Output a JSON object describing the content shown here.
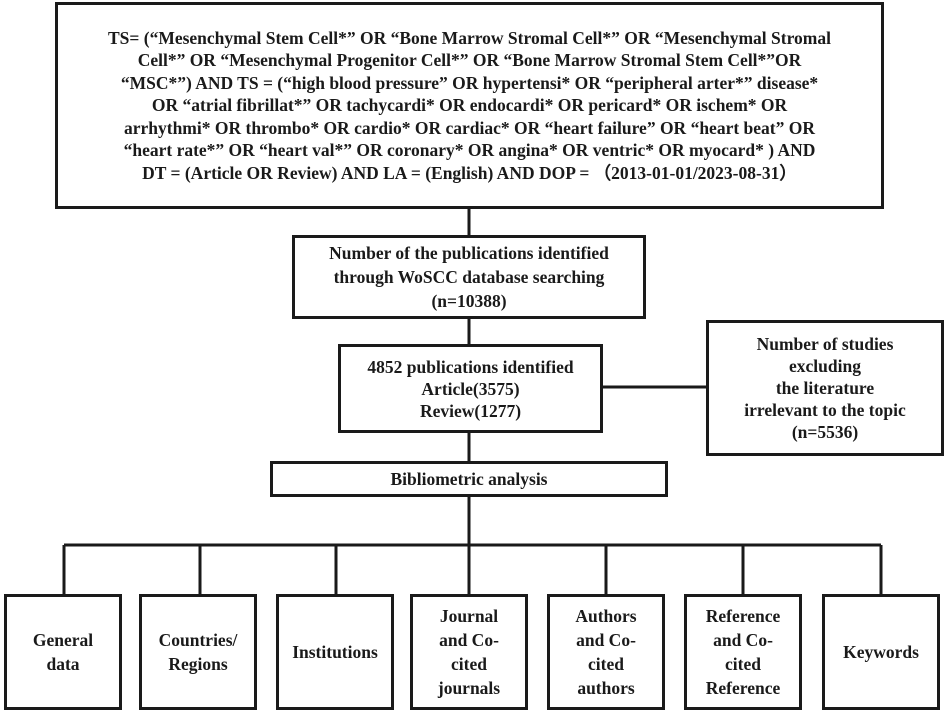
{
  "search_query": {
    "lines": [
      "TS= (“Mesenchymal Stem Cell*” OR “Bone Marrow Stromal Cell*” OR “Mesenchymal Stromal",
      "Cell*” OR “Mesenchymal Progenitor Cell*” OR “Bone Marrow Stromal Stem Cell*”OR",
      "“MSC*”)   AND TS = (“high blood pressure” OR hypertensi* OR “peripheral arter*” disease*",
      "OR “atrial fibrillat*” OR tachycardi* OR endocardi* OR pericard* OR ischem* OR",
      "arrhythmi* OR thrombo* OR cardio* OR cardiac* OR “heart failure” OR “heart beat” OR",
      "“heart rate*” OR “heart val*” OR coronary* OR angina* OR ventric* OR myocard* ) AND",
      "DT = (Article OR Review) AND LA = (English) AND DOP =  （2013-01-01/2023-08-31）"
    ]
  },
  "identified": {
    "lines": [
      "Number of the publications  identified",
      "through WoSCC database searching",
      "(n=10388)"
    ]
  },
  "included": {
    "lines": [
      "4852 publications identified",
      "Article(3575)",
      "Review(1277)"
    ]
  },
  "excluded": {
    "lines": [
      "Number of studies",
      "excluding",
      "the literature",
      "irrelevant to the topic",
      "(n=5536)"
    ]
  },
  "analysis": {
    "label": "Bibliometric analysis"
  },
  "categories": [
    {
      "lines": [
        "General",
        "data"
      ]
    },
    {
      "lines": [
        "Countries/",
        "Regions"
      ]
    },
    {
      "lines": [
        "Institutions"
      ]
    },
    {
      "lines": [
        "Journal",
        "and Co-",
        "cited",
        "journals"
      ]
    },
    {
      "lines": [
        "Authors",
        "and Co-",
        "cited",
        "authors"
      ]
    },
    {
      "lines": [
        "Reference",
        "and Co-",
        "cited",
        "Reference"
      ]
    },
    {
      "lines": [
        "Keywords"
      ]
    }
  ]
}
